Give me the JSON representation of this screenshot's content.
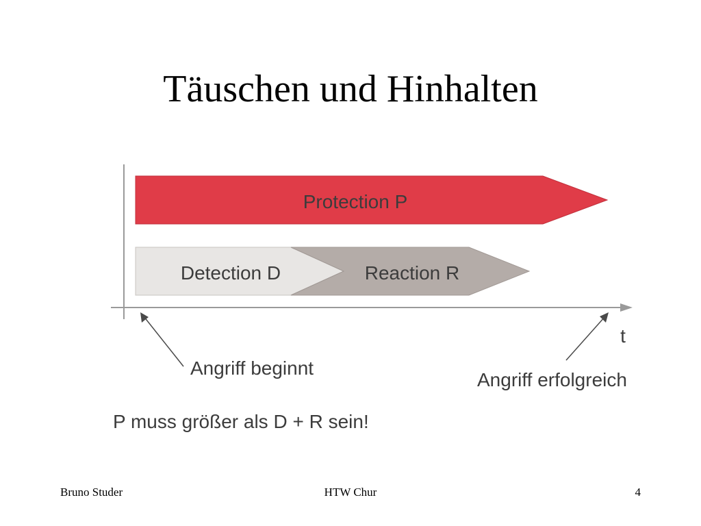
{
  "slide": {
    "title": "Täuschen und Hinhalten"
  },
  "diagram": {
    "protection_label": "Protection P",
    "detection_label": "Detection D",
    "reaction_label": "Reaction R",
    "time_axis_label": "t",
    "attack_start_label": "Angriff beginnt",
    "attack_success_label": "Angriff erfolgreich",
    "condition_text": "P muss größer als D + R sein!",
    "colors": {
      "protection": "#e03c48",
      "detection": "#e8e6e4",
      "reaction": "#b4aca8",
      "axis": "#9a9a9a",
      "text": "#3c3c3c"
    }
  },
  "footer": {
    "author": "Bruno Studer",
    "institution": "HTW Chur",
    "page_number": "4"
  }
}
